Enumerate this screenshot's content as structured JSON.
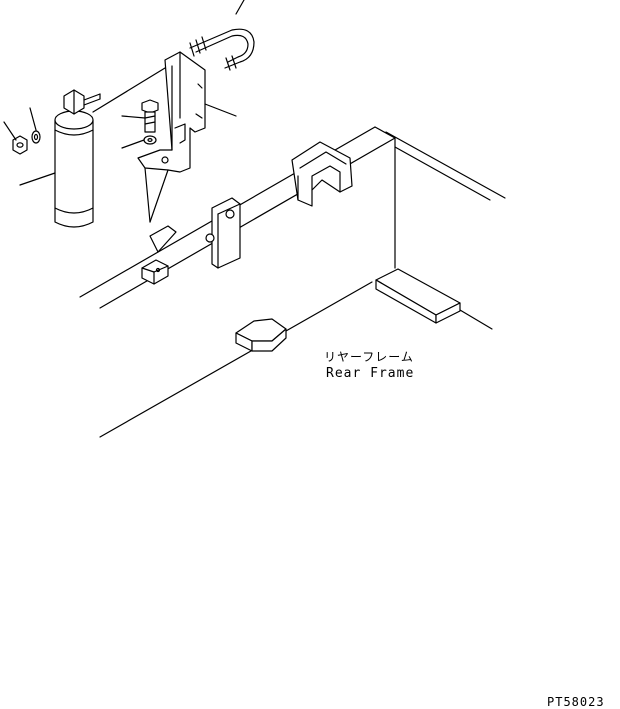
{
  "labels": {
    "part_name_jp": "リヤーフレーム",
    "part_name_en": "Rear Frame",
    "drawing_code": "PT58023"
  },
  "colors": {
    "line": "#000000",
    "background": "#ffffff"
  }
}
